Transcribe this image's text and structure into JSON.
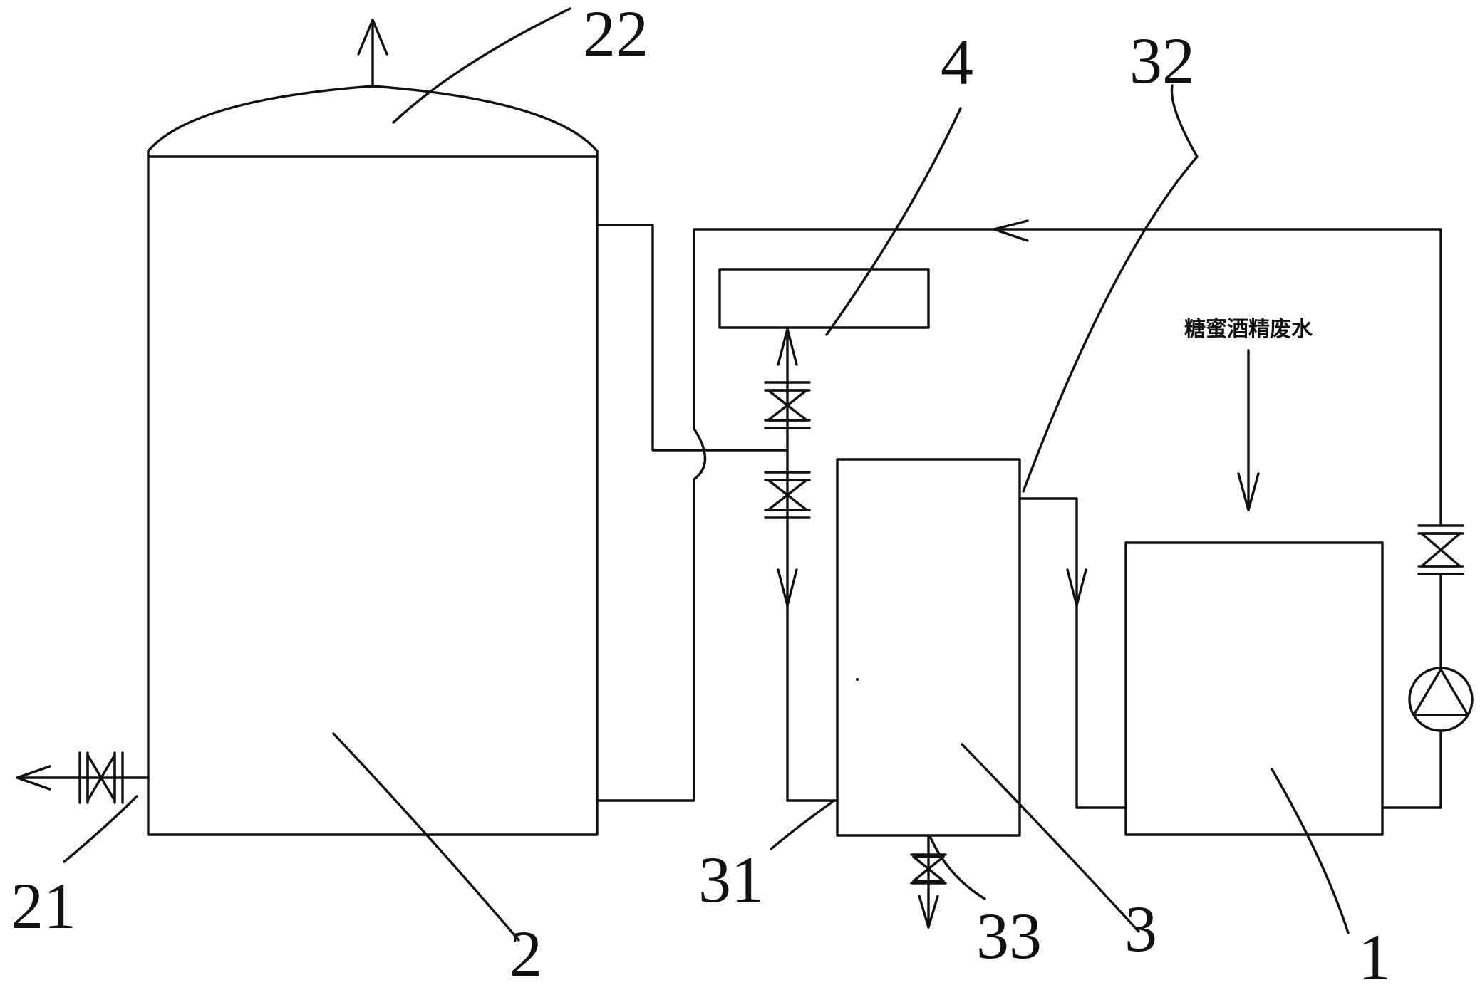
{
  "diagram": {
    "inlet_caption": "糖蜜酒精废水",
    "labels": {
      "reactor": "2",
      "reactor_dome": "22",
      "reactor_outlet": "21",
      "tank": "1",
      "settler": "3",
      "settler_inlet": "31",
      "settler_overflow": "32",
      "settler_drain": "33",
      "unit_4": "4"
    }
  }
}
